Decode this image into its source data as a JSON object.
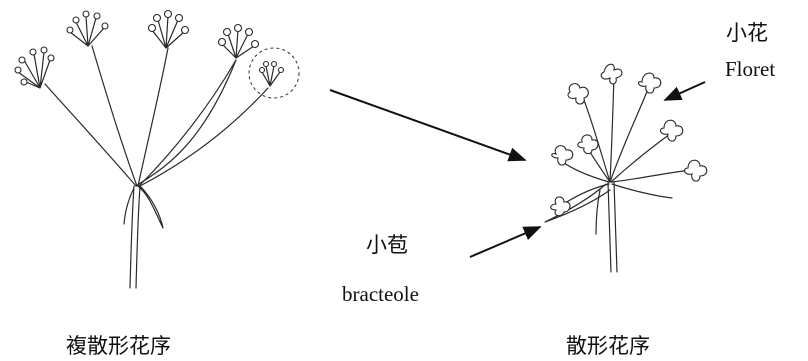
{
  "labels": {
    "compound_umbel": "複散形花序",
    "simple_umbel": "散形花序",
    "floret_ja": "小花",
    "floret_en": "Floret",
    "bracteole_ja": "小苞",
    "bracteole_en": "bracteole"
  }
}
